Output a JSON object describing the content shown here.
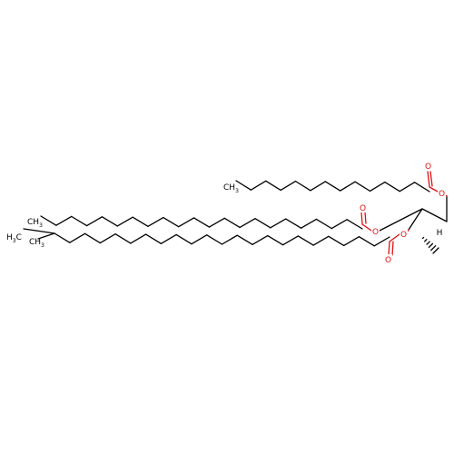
{
  "molecule": {
    "atoms": {
      "o_ester_1": "O",
      "o_carbonyl_1": "O",
      "o_ester_2": "O",
      "o_carbonyl_2": "O",
      "o_ester_3": "O",
      "o_carbonyl_3": "O",
      "stereo_h": "H"
    },
    "terminal_groups": {
      "chain_1_ch3": {
        "main": "CH",
        "sub": "3"
      },
      "chain_2_ch3": {
        "main": "CH",
        "sub": "3"
      },
      "chain_3_ch3": {
        "main": "CH",
        "sub": "3"
      },
      "chain_3_h3c": {
        "main": "H",
        "sub": "3",
        "tail": "C"
      }
    },
    "colors": {
      "bond": "#000000",
      "oxygen": "#e01010",
      "label": "#000000",
      "background": "#ffffff"
    }
  }
}
